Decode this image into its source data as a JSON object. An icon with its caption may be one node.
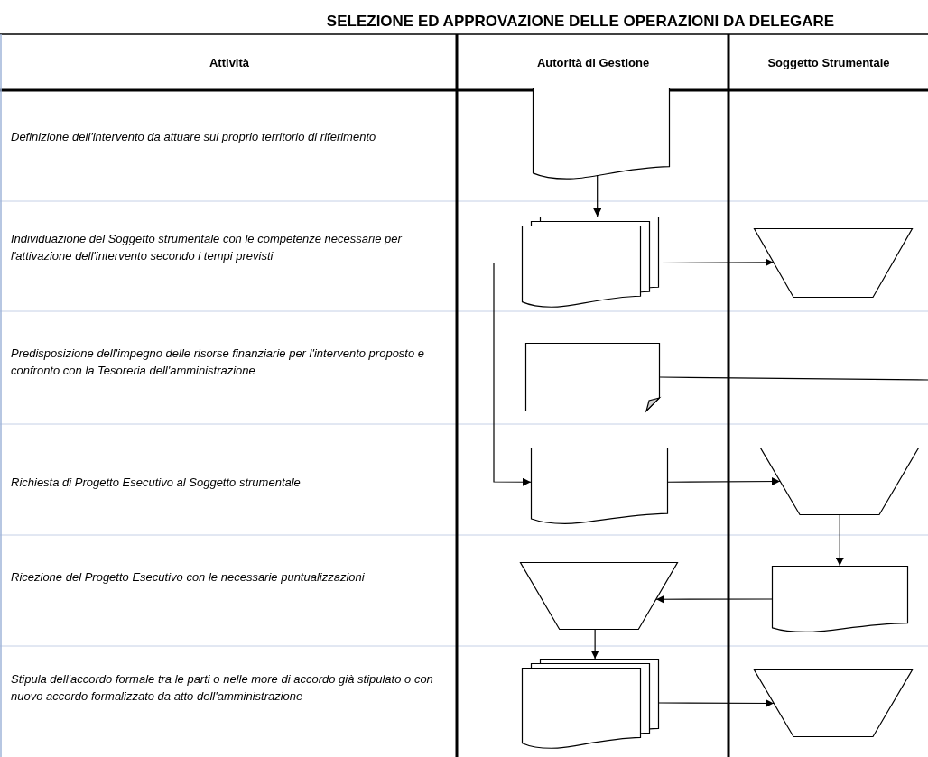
{
  "diagram": {
    "title": "SELEZIONE ED APPROVAZIONE DELLE OPERAZIONI DA DELEGARE",
    "nodes": [
      {
        "text": [],
        "shape": "document"
      },
      {
        "text": [],
        "shape": "documents"
      },
      {
        "text": [],
        "shape": "trapezoid"
      },
      {
        "text": [],
        "shape": "card"
      },
      {
        "text": [],
        "shape": "document"
      },
      {
        "text": [],
        "shape": "trapezoid"
      },
      {
        "text": [],
        "shape": "trapezoid"
      },
      {
        "text": [],
        "shape": "document"
      },
      {
        "text": [],
        "shape": "documents"
      },
      {
        "text": [],
        "shape": "trapezoid"
      }
    ],
    "edges": [
      {
        "from": 0,
        "to": 1,
        "arrow": "to"
      },
      {
        "from": 1,
        "to": 2,
        "arrow": "to"
      },
      {
        "from": 1,
        "to": 4,
        "arrow": "to"
      },
      {
        "from": 3,
        "to": null,
        "arrow": "none"
      },
      {
        "from": 4,
        "to": 5,
        "arrow": "to"
      },
      {
        "from": 5,
        "to": 7,
        "arrow": "to"
      },
      {
        "from": 7,
        "to": 6,
        "arrow": "to"
      },
      {
        "from": 6,
        "to": 8,
        "arrow": "to"
      },
      {
        "from": 8,
        "to": 9,
        "arrow": "to"
      }
    ],
    "labels": [
      "Attività",
      "Autorità di Gestione",
      "Soggetto Strumentale",
      "Definizione dell'intervento da attuare sul proprio territorio di riferimento",
      "Individuazione del Soggetto strumentale con le competenze necessarie per l'attivazione dell'intervento secondo i tempi previsti",
      "Predisposizione dell'impegno delle risorse finanziarie per l'intervento proposto e confronto con la Tesoreria dell'amministrazione",
      "Richiesta di Progetto Esecutivo al Soggetto strumentale",
      "Ricezione del Progetto Esecutivo con le necessarie puntualizzazioni",
      "Stipula dell'accordo formale tra le parti o nelle more di accordo già stipulato o con nuovo accordo formalizzato da atto dell'amministrazione"
    ]
  }
}
